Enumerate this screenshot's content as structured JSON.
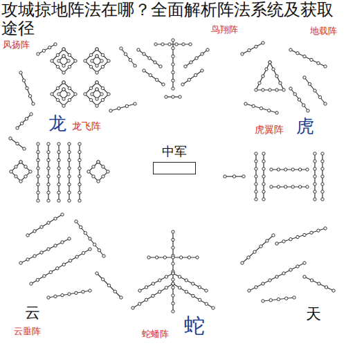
{
  "diagram": {
    "title": "攻城掠地阵法在哪？全面解析阵法系统及获取途径",
    "nodes": [
      {
        "text": [
          "中军"
        ]
      }
    ],
    "labels": [
      "风扬阵",
      "鸟翔阵",
      "地载阵",
      "龙",
      "龙飞阵",
      "虎翼阵",
      "虎",
      "云",
      "云垂阵",
      "蛇",
      "蛇蟠阵",
      "天"
    ]
  }
}
